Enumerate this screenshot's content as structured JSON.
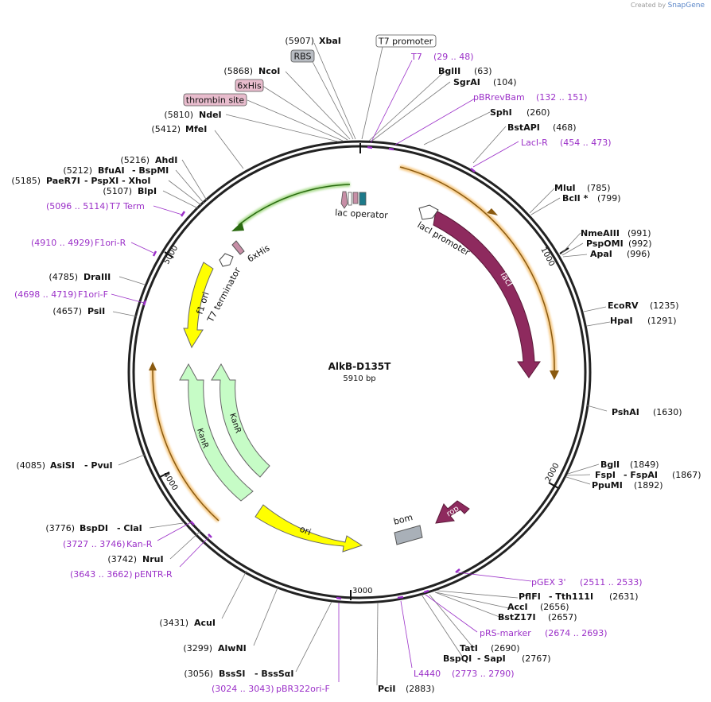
{
  "brand": {
    "prefix": "Created by",
    "name": "SnapGene"
  },
  "plasmid": {
    "name": "AlkB-D135T",
    "size_label": "5910 bp",
    "length": 5910
  },
  "ticks": [
    "1000",
    "2000",
    "3000",
    "4000",
    "5000"
  ],
  "colors": {
    "enzyme": "#111111",
    "primer": "#9b30c8",
    "lacI": "#8e2a5e",
    "rop": "#8e2a5e",
    "ori": "#ffff00",
    "kanr": "#c6fcc6",
    "f1ori": "#ffff00",
    "sixhis": "#c78ea6",
    "orange_glow": "#f2a93b",
    "green_glow": "#6ac23a",
    "bom": "#a9b0b8"
  },
  "features": [
    {
      "id": "lacI",
      "label": "lacI"
    },
    {
      "id": "lacI-promoter",
      "label": "lacI promoter"
    },
    {
      "id": "rop",
      "label": "rop"
    },
    {
      "id": "bom",
      "label": "bom"
    },
    {
      "id": "ori",
      "label": "ori"
    },
    {
      "id": "kanr-1",
      "label": "KanR"
    },
    {
      "id": "kanr-2",
      "label": "KanR"
    },
    {
      "id": "f1-ori",
      "label": "f1 ori"
    },
    {
      "id": "t7-terminator",
      "label": "T7 terminator"
    },
    {
      "id": "sixhis-cterm",
      "label": "6xHis"
    },
    {
      "id": "lac-operator",
      "label": "lac operator"
    }
  ],
  "boxed_labels": [
    {
      "id": "t7-promoter",
      "label": "T7 promoter",
      "style": "white"
    },
    {
      "id": "rbs",
      "label": "RBS",
      "style": "gray"
    },
    {
      "id": "sixhis-nterm",
      "label": "6xHis",
      "style": "pink"
    },
    {
      "id": "thrombin-site",
      "label": "thrombin site",
      "style": "pink"
    }
  ],
  "sites": [
    {
      "pos": "(5907)",
      "name": "XbaI"
    },
    {
      "pos": "(5868)",
      "name": "NcoI"
    },
    {
      "pos": "(5810)",
      "name": "NdeI"
    },
    {
      "pos": "(5412)",
      "name": "MfeI"
    },
    {
      "pos": "(5216)",
      "name": "AhdI"
    },
    {
      "pos": "(5212)",
      "name": "BfuAI",
      "extra": "- BspMI"
    },
    {
      "pos": "(5185)",
      "name": "PaeR7I",
      "extra": "- PspXI - XhoI"
    },
    {
      "pos": "(5107)",
      "name": "BlpI"
    },
    {
      "pos": "(4785)",
      "name": "DraIII"
    },
    {
      "pos": "(4657)",
      "name": "PsiI"
    },
    {
      "pos": "(4085)",
      "name": "AsiSI",
      "extra": "- PvuI"
    },
    {
      "pos": "(3776)",
      "name": "BspDI",
      "extra": "- ClaI"
    },
    {
      "pos": "(3742)",
      "name": "NruI"
    },
    {
      "pos": "(3431)",
      "name": "AcuI"
    },
    {
      "pos": "(3299)",
      "name": "AlwNI"
    },
    {
      "pos": "(3056)",
      "name": "BssSI",
      "extra": "- BssSαI"
    },
    {
      "pos": "(2883)",
      "name": "PciI"
    },
    {
      "pos": "(2767)",
      "name": "BspQI",
      "extra": "- SapI"
    },
    {
      "pos": "(2690)",
      "name": "TatI"
    },
    {
      "pos": "(2657)",
      "name": "BstZ17I"
    },
    {
      "pos": "(2656)",
      "name": "AccI"
    },
    {
      "pos": "(2631)",
      "name": "PflFI",
      "extra": "- Tth111I"
    },
    {
      "pos": "(1892)",
      "name": "PpuMI"
    },
    {
      "pos": "(1867)",
      "name": "FspI",
      "extra": "- FspAI"
    },
    {
      "pos": "(1849)",
      "name": "BglI"
    },
    {
      "pos": "(1630)",
      "name": "PshAI"
    },
    {
      "pos": "(1291)",
      "name": "HpaI"
    },
    {
      "pos": "(1235)",
      "name": "EcoRV"
    },
    {
      "pos": "(996)",
      "name": "ApaI"
    },
    {
      "pos": "(992)",
      "name": "PspOMI"
    },
    {
      "pos": "(991)",
      "name": "NmeAIII"
    },
    {
      "pos": "(799)",
      "name": "BclI *"
    },
    {
      "pos": "(785)",
      "name": "MluI"
    },
    {
      "pos": "(468)",
      "name": "BstAPI"
    },
    {
      "pos": "(260)",
      "name": "SphI"
    },
    {
      "pos": "(104)",
      "name": "SgrAI"
    },
    {
      "pos": "(63)",
      "name": "BglII"
    }
  ],
  "primers": [
    {
      "name": "T7",
      "range": "(29 .. 48)"
    },
    {
      "name": "pBRrevBam",
      "range": "(132 .. 151)"
    },
    {
      "name": "LacI-R",
      "range": "(454 .. 473)"
    },
    {
      "name": "T7 Term",
      "range": "(5096 .. 5114)"
    },
    {
      "name": "F1ori-R",
      "range": "(4910 .. 4929)"
    },
    {
      "name": "F1ori-F",
      "range": "(4698 .. 4719)"
    },
    {
      "name": "Kan-R",
      "range": "(3727 .. 3746)"
    },
    {
      "name": "pENTR-R",
      "range": "(3643 .. 3662)"
    },
    {
      "name": "pBR322ori-F",
      "range": "(3024 .. 3043)"
    },
    {
      "name": "L4440",
      "range": "(2773 .. 2790)"
    },
    {
      "name": "pRS-marker",
      "range": "(2674 .. 2693)"
    },
    {
      "name": "pGEX 3'",
      "range": "(2511 .. 2533)"
    }
  ]
}
